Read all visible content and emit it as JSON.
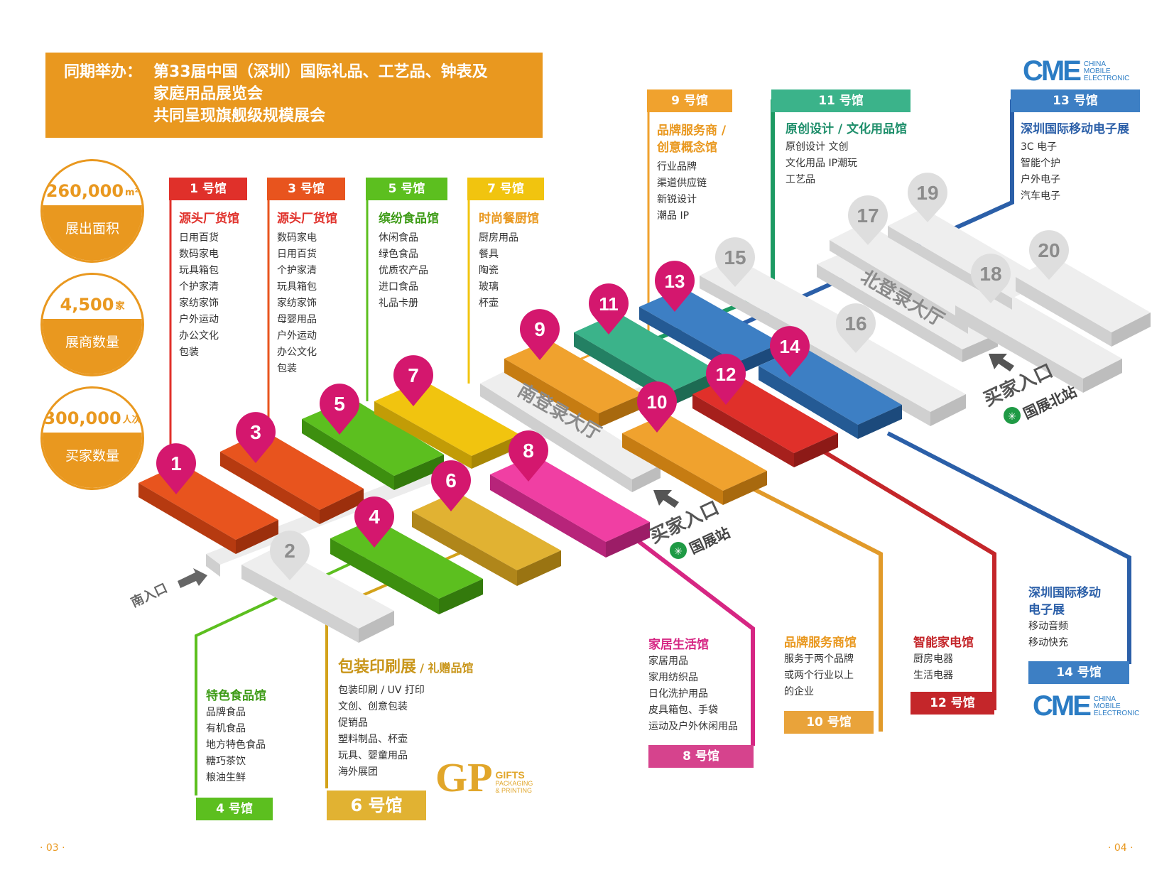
{
  "banner": {
    "prefix": "同期举办：",
    "line1": "第33届中国（深圳）国际礼品、工艺品、钟表及",
    "line2": "家庭用品展览会",
    "line3": "共同呈现旗舰级规模展会"
  },
  "stats": [
    {
      "value": "260,000",
      "unit": "m²",
      "label": "展出面积"
    },
    {
      "value": "4,500",
      "unit": "家",
      "label": "展商数量"
    },
    {
      "value": "300,000",
      "unit": "人次",
      "label": "买家数量"
    }
  ],
  "colors": {
    "red": "#e0302a",
    "orange_red": "#e8541e",
    "green": "#5cbf1f",
    "yellow": "#f1c40f",
    "orange": "#f0a22e",
    "teal": "#3bb38a",
    "blue": "#3d7fc4",
    "magenta": "#e0338f",
    "gold": "#e1b232",
    "gray": "#e6e6e6",
    "banner": "#e9981f",
    "pin": "#d4176e"
  },
  "halls_top": [
    {
      "label": "1 号馆",
      "title": "源头厂货馆",
      "items": [
        "日用百货",
        "数码家电",
        "玩具箱包",
        "个护家清",
        "家纺家饰",
        "户外运动",
        "办公文化",
        "包装"
      ]
    },
    {
      "label": "3 号馆",
      "title": "源头厂货馆",
      "items": [
        "数码家电",
        "日用百货",
        "个护家清",
        "玩具箱包",
        "家纺家饰",
        "母婴用品",
        "户外运动",
        "办公文化",
        "包装"
      ]
    },
    {
      "label": "5 号馆",
      "title": "缤纷食品馆",
      "items": [
        "休闲食品",
        "绿色食品",
        "优质农产品",
        "进口食品",
        "礼品卡册"
      ]
    },
    {
      "label": "7 号馆",
      "title": "时尚餐厨馆",
      "items": [
        "厨房用品",
        "餐具",
        "陶瓷",
        "玻璃",
        "杯壶"
      ]
    },
    {
      "label": "9 号馆",
      "title_lines": [
        "品牌服务商 /",
        "创意概念馆"
      ],
      "items": [
        "行业品牌",
        "渠道供应链",
        "新锐设计",
        "潮品 IP"
      ]
    },
    {
      "label": "11 号馆",
      "title": "原创设计 / 文化用品馆",
      "items": [
        "原创设计  文创",
        "文化用品  IP潮玩",
        "工艺品"
      ]
    },
    {
      "label": "13 号馆",
      "title": "深圳国际移动电子展",
      "items": [
        "3C 电子",
        "智能个护",
        "户外电子",
        "汽车电子"
      ]
    }
  ],
  "halls_bottom": [
    {
      "label": "4 号馆",
      "title": "特色食品馆",
      "items": [
        "品牌食品",
        "有机食品",
        "地方特色食品",
        "糖巧茶饮",
        "粮油生鲜"
      ]
    },
    {
      "label": "6 号馆",
      "title": "包装印刷展",
      "title_suffix": "/ 礼赠品馆",
      "items": [
        "包装印刷 / UV 打印",
        "文创、创意包装",
        "促销品",
        "塑料制品、杯壶",
        "玩具、婴童用品",
        "海外展团"
      ]
    },
    {
      "label": "8 号馆",
      "title": "家居生活馆",
      "items": [
        "家居用品",
        "家用纺织品",
        "日化洗护用品",
        "皮具箱包、手袋",
        "运动及户外休闲用品"
      ]
    },
    {
      "label": "10 号馆",
      "title": "品牌服务商馆",
      "items": [
        "服务于两个品牌",
        "或两个行业以上",
        "的企业"
      ]
    },
    {
      "label": "12 号馆",
      "title": "智能家电馆",
      "items": [
        "厨房电器",
        "生活电器"
      ]
    },
    {
      "label": "14 号馆",
      "title_lines": [
        "深圳国际移动",
        "电子展"
      ],
      "items": [
        "移动音频",
        "移动快充"
      ]
    }
  ],
  "map": {
    "pins": [
      "1",
      "3",
      "4",
      "5",
      "6",
      "7",
      "8",
      "9",
      "10",
      "11",
      "12",
      "13",
      "14"
    ],
    "gray_markers": [
      "2",
      "15",
      "16",
      "17",
      "18",
      "19",
      "20"
    ],
    "south_hall": "南登录大厅",
    "north_hall": "北登录大厅",
    "south_entrance": "南入口",
    "buyer_entrance_1": "买家入口",
    "station_1": "国展站",
    "buyer_entrance_2": "买家入口",
    "station_2": "国展北站"
  },
  "logos": {
    "cme": "CME",
    "cme_sub": [
      "CHINA",
      "MOBILE",
      "ELECTRONIC"
    ],
    "gipp": "GP",
    "gipp_sub": [
      "GIFTS",
      "PACKAGING",
      "& PRINTING"
    ]
  },
  "pages": {
    "left": "· 03 ·",
    "right": "· 04 ·"
  }
}
